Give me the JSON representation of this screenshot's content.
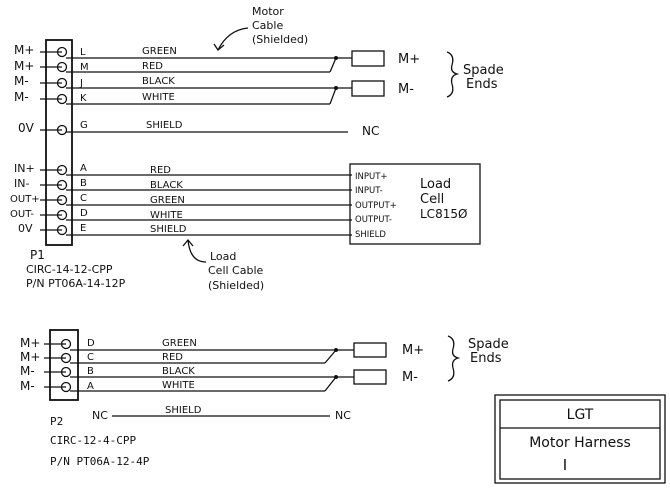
{
  "connector1": {
    "left_labels": [
      "M+",
      "M+",
      "M-",
      "M-",
      "0V",
      "IN+",
      "IN-",
      "OUT+",
      "OUT-",
      "0V"
    ],
    "pins": [
      "L",
      "M",
      "J",
      "K",
      "G",
      "A",
      "B",
      "C",
      "D",
      "E"
    ],
    "wires": [
      "GREEN",
      "RED",
      "BLACK",
      "WHITE",
      "SHIELD",
      "RED",
      "BLACK",
      "GREEN",
      "WHITE",
      "SHIELD"
    ],
    "name": "P1",
    "part1": "CIRC-14-12-CPP",
    "part2": "P/N PT06A-14-12P"
  },
  "motor_cable": {
    "line1": "Motor",
    "line2": "Cable",
    "line3": "(Shielded)"
  },
  "spade1": {
    "plus": "M+",
    "minus": "M-",
    "label1": "Spade",
    "label2": "Ends"
  },
  "nc1": "NC",
  "load_cell": {
    "terminals": [
      "INPUT+",
      "INPUT-",
      "OUTPUT+",
      "OUTPUT-",
      "SHIELD"
    ],
    "title1": "Load",
    "title2": "Cell",
    "title3": "LC815Ø"
  },
  "load_cell_cable": {
    "line1": "Load",
    "line2": "Cell Cable",
    "line3": "(Shielded)"
  },
  "connector2": {
    "left_labels": [
      "M+",
      "M+",
      "M-",
      "M-"
    ],
    "pins": [
      "D",
      "C",
      "B",
      "A"
    ],
    "wires": [
      "GREEN",
      "RED",
      "BLACK",
      "WHITE"
    ],
    "shield_label": "SHIELD",
    "nc_left": "NC",
    "nc_right": "NC",
    "name": "P2",
    "part1": "CIRC-12-4-CPP",
    "part2": "P/N PT06A-12-4P"
  },
  "spade2": {
    "plus": "M+",
    "minus": "M-",
    "label1": "Spade",
    "label2": "Ends"
  },
  "title_block": {
    "company": "LGT",
    "title": "Motor Harness",
    "rev": "I"
  }
}
